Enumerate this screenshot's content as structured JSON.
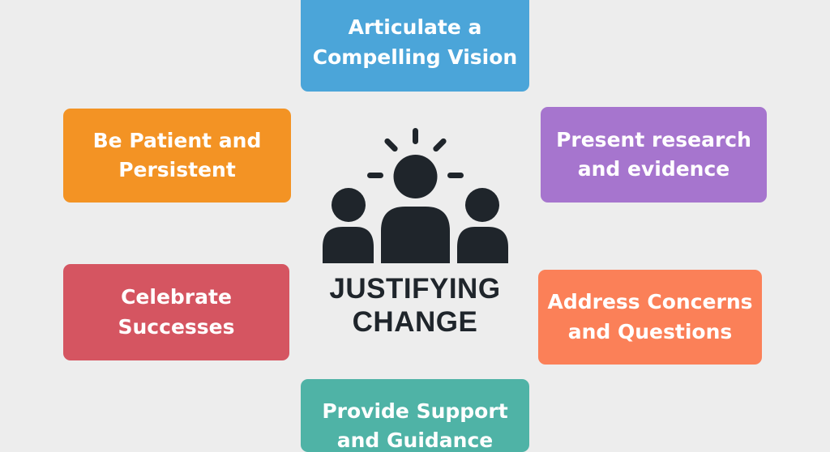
{
  "center": {
    "title_line1": "JUSTIFYING",
    "title_line2": "CHANGE",
    "icon": "team-with-idea-icon",
    "icon_color": "#1f252b"
  },
  "boxes": {
    "vision": {
      "line1": "Articulate a",
      "line2": "Compelling Vision",
      "color": "#4ba5d9"
    },
    "patient": {
      "line1": "Be Patient and",
      "line2": "Persistent",
      "color": "#f39324"
    },
    "research": {
      "line1": "Present research",
      "line2": "and evidence",
      "color": "#a675ce"
    },
    "celebrate": {
      "line1": "Celebrate",
      "line2": "Successes",
      "color": "#d55561"
    },
    "concerns": {
      "line1": "Address Concerns",
      "line2": "and Questions",
      "color": "#fb8058"
    },
    "support": {
      "line1": "Provide Support",
      "line2": "and Guidance",
      "color": "#4fb3a6"
    }
  },
  "background": "#ededed"
}
